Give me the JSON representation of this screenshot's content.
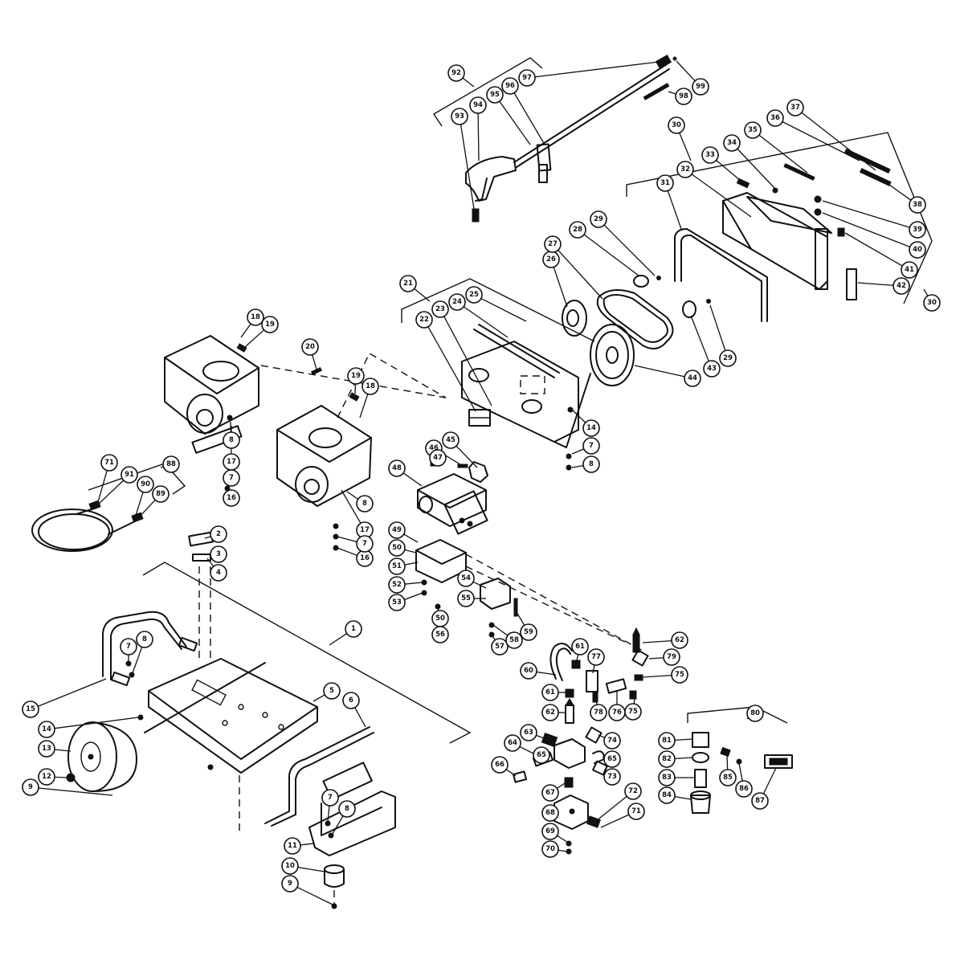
{
  "callouts": [
    {
      "n": "1"
    },
    {
      "n": "2"
    },
    {
      "n": "3"
    },
    {
      "n": "4"
    },
    {
      "n": "5"
    },
    {
      "n": "6"
    },
    {
      "n": "7"
    },
    {
      "n": "8"
    },
    {
      "n": "9"
    },
    {
      "n": "10"
    },
    {
      "n": "11"
    },
    {
      "n": "12"
    },
    {
      "n": "13"
    },
    {
      "n": "14"
    },
    {
      "n": "15"
    },
    {
      "n": "7"
    },
    {
      "n": "8"
    },
    {
      "n": "9"
    },
    {
      "n": "16"
    },
    {
      "n": "17"
    },
    {
      "n": "18"
    },
    {
      "n": "19"
    },
    {
      "n": "8"
    },
    {
      "n": "7"
    },
    {
      "n": "16"
    },
    {
      "n": "17"
    },
    {
      "n": "18"
    },
    {
      "n": "19"
    },
    {
      "n": "8"
    },
    {
      "n": "7"
    },
    {
      "n": "20"
    },
    {
      "n": "21"
    },
    {
      "n": "22"
    },
    {
      "n": "23"
    },
    {
      "n": "24"
    },
    {
      "n": "25"
    },
    {
      "n": "14"
    },
    {
      "n": "7"
    },
    {
      "n": "8"
    },
    {
      "n": "26"
    },
    {
      "n": "27"
    },
    {
      "n": "28"
    },
    {
      "n": "29"
    },
    {
      "n": "29"
    },
    {
      "n": "43"
    },
    {
      "n": "44"
    },
    {
      "n": "30"
    },
    {
      "n": "30"
    },
    {
      "n": "31"
    },
    {
      "n": "32"
    },
    {
      "n": "33"
    },
    {
      "n": "34"
    },
    {
      "n": "35"
    },
    {
      "n": "36"
    },
    {
      "n": "37"
    },
    {
      "n": "38"
    },
    {
      "n": "39"
    },
    {
      "n": "40"
    },
    {
      "n": "41"
    },
    {
      "n": "42"
    },
    {
      "n": "92"
    },
    {
      "n": "93"
    },
    {
      "n": "94"
    },
    {
      "n": "95"
    },
    {
      "n": "96"
    },
    {
      "n": "97"
    },
    {
      "n": "98"
    },
    {
      "n": "99"
    },
    {
      "n": "88"
    },
    {
      "n": "71"
    },
    {
      "n": "91"
    },
    {
      "n": "90"
    },
    {
      "n": "89"
    },
    {
      "n": "45"
    },
    {
      "n": "46"
    },
    {
      "n": "47"
    },
    {
      "n": "48"
    },
    {
      "n": "49"
    },
    {
      "n": "50"
    },
    {
      "n": "51"
    },
    {
      "n": "52"
    },
    {
      "n": "53"
    },
    {
      "n": "54"
    },
    {
      "n": "55"
    },
    {
      "n": "50"
    },
    {
      "n": "56"
    },
    {
      "n": "57"
    },
    {
      "n": "58"
    },
    {
      "n": "59"
    },
    {
      "n": "62"
    },
    {
      "n": "79"
    },
    {
      "n": "75"
    },
    {
      "n": "61"
    },
    {
      "n": "77"
    },
    {
      "n": "60"
    },
    {
      "n": "61"
    },
    {
      "n": "62"
    },
    {
      "n": "78"
    },
    {
      "n": "76"
    },
    {
      "n": "75"
    },
    {
      "n": "63"
    },
    {
      "n": "74"
    },
    {
      "n": "64"
    },
    {
      "n": "65"
    },
    {
      "n": "65"
    },
    {
      "n": "66"
    },
    {
      "n": "73"
    },
    {
      "n": "67"
    },
    {
      "n": "72"
    },
    {
      "n": "68"
    },
    {
      "n": "71"
    },
    {
      "n": "69"
    },
    {
      "n": "70"
    },
    {
      "n": "80"
    },
    {
      "n": "81"
    },
    {
      "n": "82"
    },
    {
      "n": "83"
    },
    {
      "n": "84"
    },
    {
      "n": "85"
    },
    {
      "n": "86"
    },
    {
      "n": "87"
    }
  ]
}
